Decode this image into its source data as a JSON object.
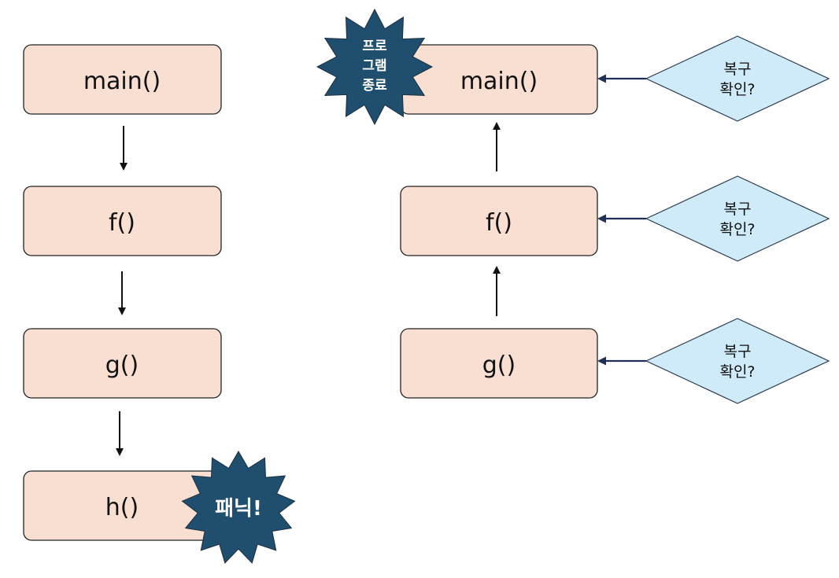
{
  "call_stack": {
    "boxes": [
      "main()",
      "f()",
      "g()",
      "h()"
    ],
    "panic_label": "패닉!"
  },
  "unwind_stack": {
    "boxes": [
      "main()",
      "f()",
      "g()"
    ],
    "terminate_label": [
      "프로",
      "그램",
      "종료"
    ],
    "recover_check_label": [
      "복구",
      "확인?"
    ]
  },
  "colors": {
    "box_fill": "#f8dfd1",
    "diamond_fill": "#cfeaf8",
    "burst_fill": "#1f4e6e",
    "arrow_navy": "#1f2f55"
  }
}
